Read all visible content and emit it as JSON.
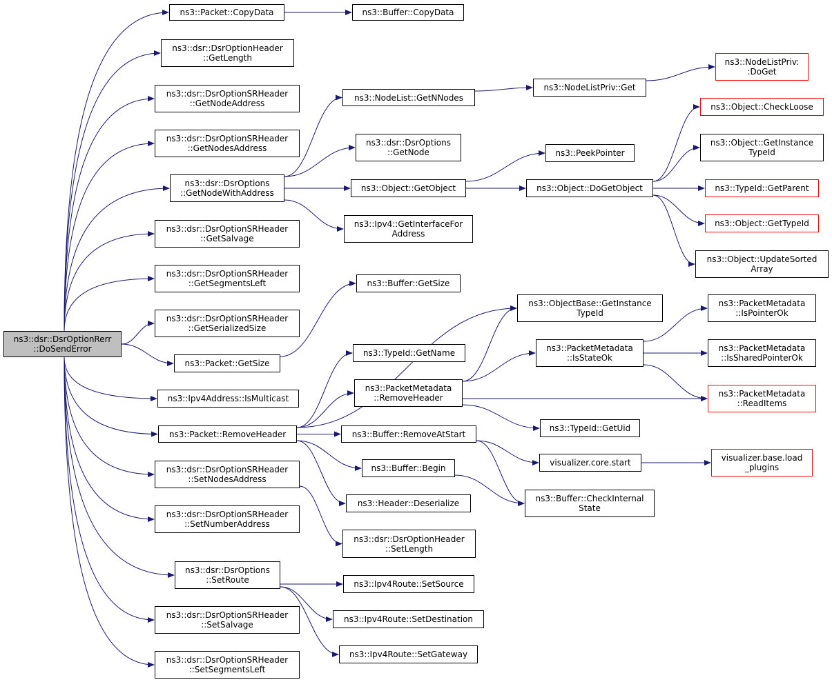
{
  "colors": {
    "edge": "#191970",
    "border": "#000000",
    "root_fill": "#bfbfbf",
    "truncated_border": "#ff0000"
  },
  "nodes": {
    "root": {
      "lines": [
        "ns3::dsr::DsrOptionRerr",
        "::DoSendError"
      ]
    },
    "pkt_copydata": {
      "lines": [
        "ns3::Packet::CopyData"
      ]
    },
    "buf_copydata": {
      "lines": [
        "ns3::Buffer::CopyData"
      ]
    },
    "opthdr_getlength": {
      "lines": [
        "ns3::dsr::DsrOptionHeader",
        "::GetLength"
      ]
    },
    "sr_getnodeaddress": {
      "lines": [
        "ns3::dsr::DsrOptionSRHeader",
        "::GetNodeAddress"
      ]
    },
    "sr_getnodesaddress": {
      "lines": [
        "ns3::dsr::DsrOptionSRHeader",
        "::GetNodesAddress"
      ]
    },
    "opts_getnodewithaddress": {
      "lines": [
        "ns3::dsr::DsrOptions",
        "::GetNodeWithAddress"
      ]
    },
    "sr_getsalvage": {
      "lines": [
        "ns3::dsr::DsrOptionSRHeader",
        "::GetSalvage"
      ]
    },
    "sr_getsegmentsleft": {
      "lines": [
        "ns3::dsr::DsrOptionSRHeader",
        "::GetSegmentsLeft"
      ]
    },
    "sr_getserializedsize": {
      "lines": [
        "ns3::dsr::DsrOptionSRHeader",
        "::GetSerializedSize"
      ]
    },
    "pkt_getsize": {
      "lines": [
        "ns3::Packet::GetSize"
      ]
    },
    "ipv4addr_ismulticast": {
      "lines": [
        "ns3::Ipv4Address::IsMulticast"
      ]
    },
    "pkt_removeheader": {
      "lines": [
        "ns3::Packet::RemoveHeader"
      ]
    },
    "sr_setnodesaddress": {
      "lines": [
        "ns3::dsr::DsrOptionSRHeader",
        "::SetNodesAddress"
      ]
    },
    "sr_setnumberaddress": {
      "lines": [
        "ns3::dsr::DsrOptionSRHeader",
        "::SetNumberAddress"
      ]
    },
    "opts_setroute": {
      "lines": [
        "ns3::dsr::DsrOptions",
        "::SetRoute"
      ]
    },
    "sr_setsalvage": {
      "lines": [
        "ns3::dsr::DsrOptionSRHeader",
        "::SetSalvage"
      ]
    },
    "sr_setsegmentsleft": {
      "lines": [
        "ns3::dsr::DsrOptionSRHeader",
        "::SetSegmentsLeft"
      ]
    },
    "nodelist_getnnodes": {
      "lines": [
        "ns3::NodeList::GetNNodes"
      ]
    },
    "nodelistpriv_get": {
      "lines": [
        "ns3::NodeListPriv::Get"
      ]
    },
    "nodelistpriv_doget": {
      "lines": [
        "ns3::NodeListPriv:",
        ":DoGet"
      ]
    },
    "opts_getnode": {
      "lines": [
        "ns3::dsr::DsrOptions",
        "::GetNode"
      ]
    },
    "peekpointer": {
      "lines": [
        "ns3::PeekPointer"
      ]
    },
    "obj_getobject": {
      "lines": [
        "ns3::Object::GetObject"
      ]
    },
    "obj_dogetobject": {
      "lines": [
        "ns3::Object::DoGetObject"
      ]
    },
    "obj_checkloose": {
      "lines": [
        "ns3::Object::CheckLoose"
      ]
    },
    "obj_getinstancetypeid": {
      "lines": [
        "ns3::Object::GetInstance",
        "TypeId"
      ]
    },
    "typeid_getparent": {
      "lines": [
        "ns3::TypeId::GetParent"
      ]
    },
    "obj_gettypeid": {
      "lines": [
        "ns3::Object::GetTypeId"
      ]
    },
    "obj_updatesortedarray": {
      "lines": [
        "ns3::Object::UpdateSorted",
        "Array"
      ]
    },
    "ipv4_getinterfaceforaddress": {
      "lines": [
        "ns3::Ipv4::GetInterfaceFor",
        "Address"
      ]
    },
    "buf_getsize": {
      "lines": [
        "ns3::Buffer::GetSize"
      ]
    },
    "objbase_getinstancetypeid": {
      "lines": [
        "ns3::ObjectBase::GetInstance",
        "TypeId"
      ]
    },
    "typeid_getname": {
      "lines": [
        "ns3::TypeId::GetName"
      ]
    },
    "pm_removeheader": {
      "lines": [
        "ns3::PacketMetadata",
        "::RemoveHeader"
      ]
    },
    "pm_isstateok": {
      "lines": [
        "ns3::PacketMetadata",
        "::IsStateOk"
      ]
    },
    "pm_ispointerok": {
      "lines": [
        "ns3::PacketMetadata",
        "::IsPointerOk"
      ]
    },
    "pm_issharedpointerok": {
      "lines": [
        "ns3::PacketMetadata",
        "::IsSharedPointerOk"
      ]
    },
    "pm_readitems": {
      "lines": [
        "ns3::PacketMetadata",
        "::ReadItems"
      ]
    },
    "typeid_getuid": {
      "lines": [
        "ns3::TypeId::GetUid"
      ]
    },
    "buf_removeatstart": {
      "lines": [
        "ns3::Buffer::RemoveAtStart"
      ]
    },
    "viz_core_start": {
      "lines": [
        "visualizer.core.start"
      ]
    },
    "viz_base_loadplugins": {
      "lines": [
        "visualizer.base.load",
        "_plugins"
      ]
    },
    "buf_begin": {
      "lines": [
        "ns3::Buffer::Begin"
      ]
    },
    "buf_checkinternalstate": {
      "lines": [
        "ns3::Buffer::CheckInternal",
        "State"
      ]
    },
    "hdr_deserialize": {
      "lines": [
        "ns3::Header::Deserialize"
      ]
    },
    "opthdr_setlength": {
      "lines": [
        "ns3::dsr::DsrOptionHeader",
        "::SetLength"
      ]
    },
    "ipv4route_setsource": {
      "lines": [
        "ns3::Ipv4Route::SetSource"
      ]
    },
    "ipv4route_setdestination": {
      "lines": [
        "ns3::Ipv4Route::SetDestination"
      ]
    },
    "ipv4route_setgateway": {
      "lines": [
        "ns3::Ipv4Route::SetGateway"
      ]
    }
  },
  "edges": [
    [
      "root",
      "pkt_copydata"
    ],
    [
      "root",
      "opthdr_getlength"
    ],
    [
      "root",
      "sr_getnodeaddress"
    ],
    [
      "root",
      "sr_getnodesaddress"
    ],
    [
      "root",
      "opts_getnodewithaddress"
    ],
    [
      "root",
      "sr_getsalvage"
    ],
    [
      "root",
      "sr_getsegmentsleft"
    ],
    [
      "root",
      "sr_getserializedsize"
    ],
    [
      "root",
      "pkt_getsize"
    ],
    [
      "root",
      "ipv4addr_ismulticast"
    ],
    [
      "root",
      "pkt_removeheader"
    ],
    [
      "root",
      "sr_setnodesaddress"
    ],
    [
      "root",
      "sr_setnumberaddress"
    ],
    [
      "root",
      "opts_setroute"
    ],
    [
      "root",
      "sr_setsalvage"
    ],
    [
      "root",
      "sr_setsegmentsleft"
    ],
    [
      "pkt_copydata",
      "buf_copydata"
    ],
    [
      "opts_getnodewithaddress",
      "nodelist_getnnodes"
    ],
    [
      "opts_getnodewithaddress",
      "opts_getnode"
    ],
    [
      "opts_getnodewithaddress",
      "obj_getobject"
    ],
    [
      "opts_getnodewithaddress",
      "ipv4_getinterfaceforaddress"
    ],
    [
      "nodelist_getnnodes",
      "nodelistpriv_get"
    ],
    [
      "nodelistpriv_get",
      "nodelistpriv_doget"
    ],
    [
      "obj_getobject",
      "peekpointer"
    ],
    [
      "obj_getobject",
      "obj_dogetobject"
    ],
    [
      "obj_dogetobject",
      "obj_checkloose"
    ],
    [
      "obj_dogetobject",
      "obj_getinstancetypeid"
    ],
    [
      "obj_dogetobject",
      "typeid_getparent"
    ],
    [
      "obj_dogetobject",
      "obj_gettypeid"
    ],
    [
      "obj_dogetobject",
      "obj_updatesortedarray"
    ],
    [
      "pkt_getsize",
      "buf_getsize"
    ],
    [
      "pkt_removeheader",
      "objbase_getinstancetypeid"
    ],
    [
      "pkt_removeheader",
      "typeid_getname"
    ],
    [
      "pkt_removeheader",
      "pm_removeheader"
    ],
    [
      "pkt_removeheader",
      "buf_removeatstart"
    ],
    [
      "pkt_removeheader",
      "buf_begin"
    ],
    [
      "pkt_removeheader",
      "hdr_deserialize"
    ],
    [
      "pm_removeheader",
      "objbase_getinstancetypeid"
    ],
    [
      "pm_removeheader",
      "pm_isstateok"
    ],
    [
      "pm_removeheader",
      "pm_readitems"
    ],
    [
      "pm_removeheader",
      "typeid_getuid"
    ],
    [
      "pm_isstateok",
      "pm_ispointerok"
    ],
    [
      "pm_isstateok",
      "pm_issharedpointerok"
    ],
    [
      "pm_isstateok",
      "pm_readitems"
    ],
    [
      "buf_removeatstart",
      "viz_core_start"
    ],
    [
      "buf_removeatstart",
      "buf_checkinternalstate"
    ],
    [
      "viz_core_start",
      "viz_base_loadplugins"
    ],
    [
      "buf_begin",
      "buf_checkinternalstate"
    ],
    [
      "sr_setnodesaddress",
      "opthdr_setlength"
    ],
    [
      "opts_setroute",
      "ipv4route_setsource"
    ],
    [
      "opts_setroute",
      "ipv4route_setdestination"
    ],
    [
      "opts_setroute",
      "ipv4route_setgateway"
    ]
  ]
}
